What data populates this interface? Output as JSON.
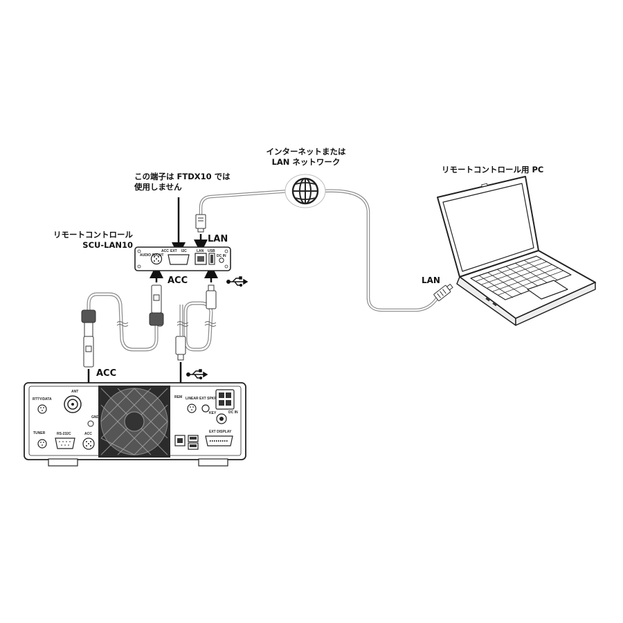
{
  "labels": {
    "network_line1": "インターネットまたは",
    "network_line2": "LAN ネットワーク",
    "pc": "リモートコントロール用 PC",
    "port_note_line1": "この端子は FTDX10 では",
    "port_note_line2": "使用しません",
    "device_line1": "リモートコントロール",
    "device_line2": "SCU-LAN10",
    "lan_device": "LAN",
    "lan_pc": "LAN",
    "acc_upper": "ACC",
    "acc_lower": "ACC"
  },
  "device_panel": {
    "audio": "AUDIO IN/OUT",
    "acc": "ACC",
    "ext": "EXT",
    "i2c": "I2C",
    "lan": "LAN",
    "usb": "USB",
    "dc_in": "DC IN"
  },
  "radio_panel": {
    "rtty": "RTTY/DATA",
    "ant": "ANT",
    "tuner": "TUNER",
    "rs232c": "RS-232C",
    "acc": "ACC",
    "gnd": "GND",
    "linear": "LINEAR",
    "ext_spkr": "EXT SPKR",
    "key": "KEY",
    "dc_in": "DC IN",
    "ext_display": "EXT DISPLAY",
    "rem": "REM"
  },
  "icons": [
    "globe-icon",
    "usb-icon"
  ]
}
